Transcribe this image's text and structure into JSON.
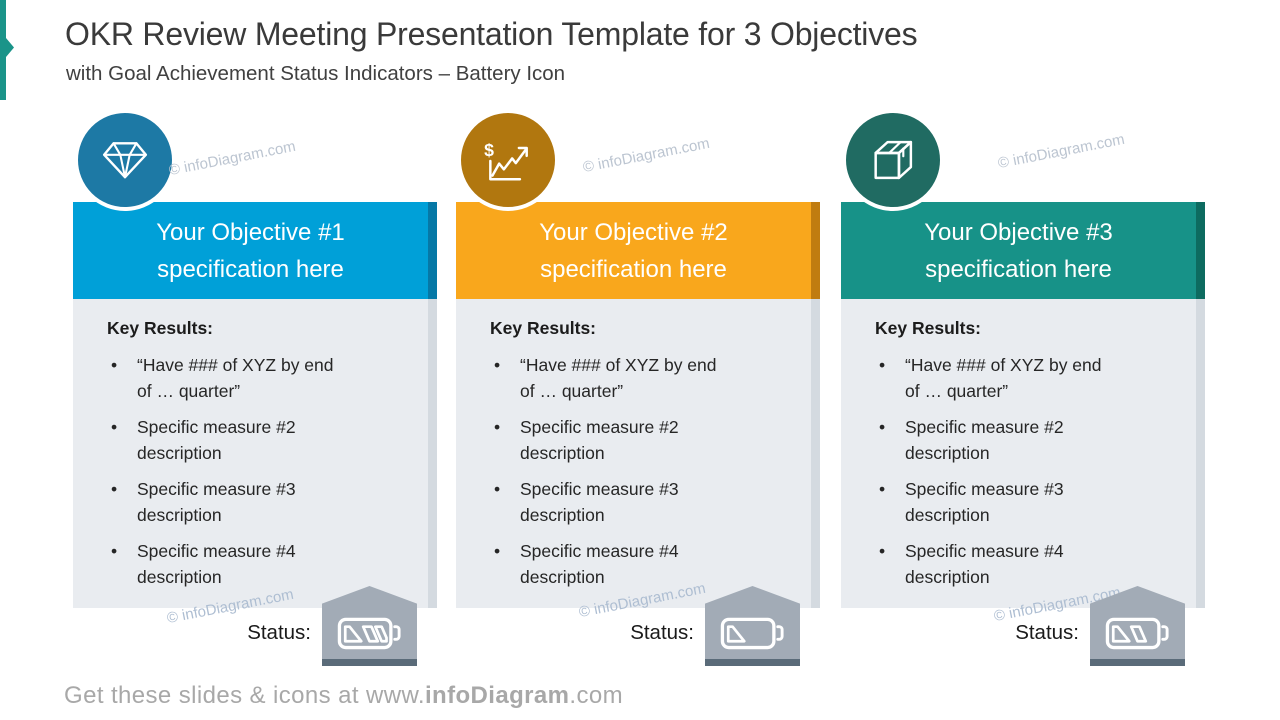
{
  "slide": {
    "title": "OKR Review Meeting Presentation Template for 3 Objectives",
    "subtitle": "with Goal Achievement Status Indicators – Battery Icon",
    "watermark": "© infoDiagram.com",
    "bullet_char": "•",
    "footer": {
      "prefix": "Get these slides & icons at www.",
      "brand": "infoDiagram",
      "suffix": ".com"
    }
  },
  "colors": {
    "accent_teal": "#1a9489",
    "badge_bg": "#a2abb6",
    "badge_strip": "#5a6b79",
    "footer_text": "#a8a8a8"
  },
  "objectives": [
    {
      "title": "Your Objective #1 specification here",
      "icon": "diamond-icon",
      "header_color": "#00a0d8",
      "header_shadow_color": "#0678a6",
      "circle_color": "#1d79a5",
      "key_results_heading": "Key Results:",
      "bullets": [
        "“Have ### of XYZ by end of … quarter”",
        "Specific measure #2 description",
        "Specific measure #3 description",
        "Specific measure #4 description"
      ],
      "status_label": "Status:",
      "battery_level": 3,
      "battery_max": 3
    },
    {
      "title": "Your Objective #2 specification here",
      "icon": "dollar-growth-chart-icon",
      "dollar_sign": "$",
      "header_color": "#f9a71c",
      "header_shadow_color": "#c07c10",
      "circle_color": "#b1770f",
      "key_results_heading": "Key Results:",
      "bullets": [
        "“Have ### of XYZ by end of … quarter”",
        "Specific measure #2 description",
        "Specific measure #3 description",
        "Specific measure #4 description"
      ],
      "status_label": "Status:",
      "battery_level": 1,
      "battery_max": 3
    },
    {
      "title": "Your Objective #3 specification here",
      "icon": "cube-icon",
      "header_color": "#179288",
      "header_shadow_color": "#0d6b60",
      "circle_color": "#206b62",
      "key_results_heading": "Key Results:",
      "bullets": [
        "“Have ### of XYZ by end of … quarter”",
        "Specific measure #2 description",
        "Specific measure #3 description",
        "Specific measure #4 description"
      ],
      "status_label": "Status:",
      "battery_level": 2,
      "battery_max": 3
    }
  ]
}
